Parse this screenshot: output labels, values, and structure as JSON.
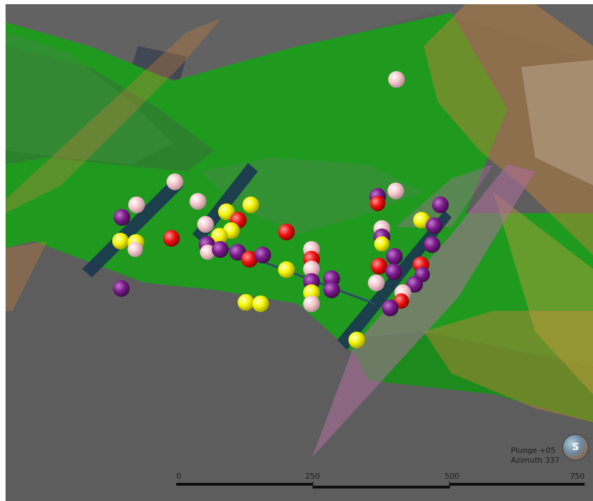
{
  "viewer": {
    "plunge_text": "Plunge +05",
    "azimuth_text": "Azimuth 337",
    "compass_glyph": "S",
    "compass_icon": "orientation-globe-icon"
  },
  "scale_bar": {
    "labels": [
      "0",
      "250",
      "500",
      "750"
    ]
  },
  "colors": {
    "background": "#5d5d5d",
    "green_surface": "#1f9a1f",
    "orange_plane": "#c8823a",
    "pink_plane": "#b06fa0",
    "drillhole": "#1b3550",
    "red": "#ee1111",
    "yellow": "#f4f400",
    "purple": "#7a1a8a",
    "pink": "#f6c6cc"
  }
}
